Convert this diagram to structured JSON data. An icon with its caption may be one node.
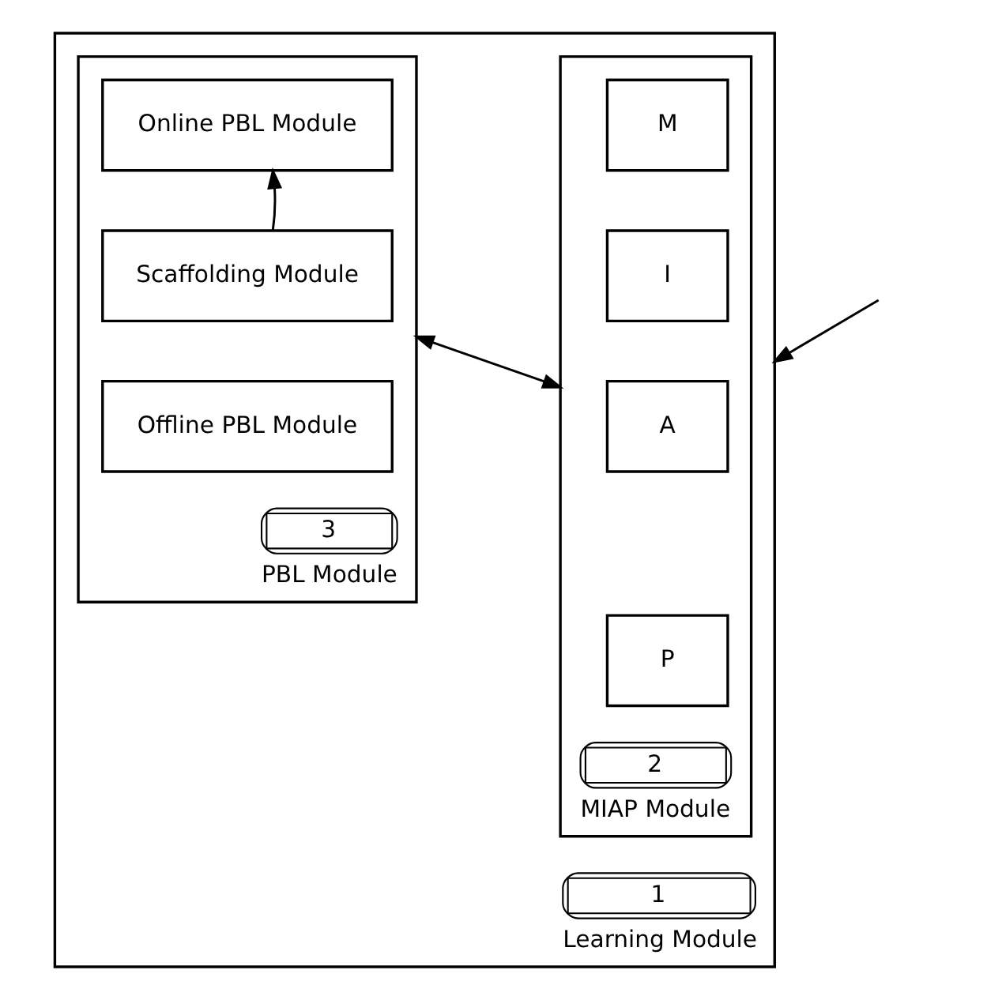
{
  "diagram": {
    "nodes": [
      {
        "text": [
          "1",
          "Learning Module"
        ]
      },
      {
        "text": [
          "2",
          "MIAP Module"
        ],
        "in": 0
      },
      {
        "text": [
          "M"
        ],
        "in": 1
      },
      {
        "text": [
          "I"
        ],
        "in": 1
      },
      {
        "text": [
          "A"
        ],
        "in": 1
      },
      {
        "text": [
          "P"
        ],
        "in": 1
      },
      {
        "text": [
          "3",
          "PBL Module"
        ],
        "in": 0
      },
      {
        "text": [
          "Online PBL Module"
        ],
        "in": 6
      },
      {
        "text": [
          "Scaffolding Module"
        ],
        "in": 6
      },
      {
        "text": [
          "Offline PBL Module"
        ],
        "in": 6
      }
    ],
    "edges": [
      {
        "from": 8,
        "to": 7,
        "arrow": "to"
      },
      {
        "from": 1,
        "to": 6,
        "arrow": "both"
      },
      {
        "from": null,
        "to": 0,
        "arrow": "to"
      }
    ]
  }
}
